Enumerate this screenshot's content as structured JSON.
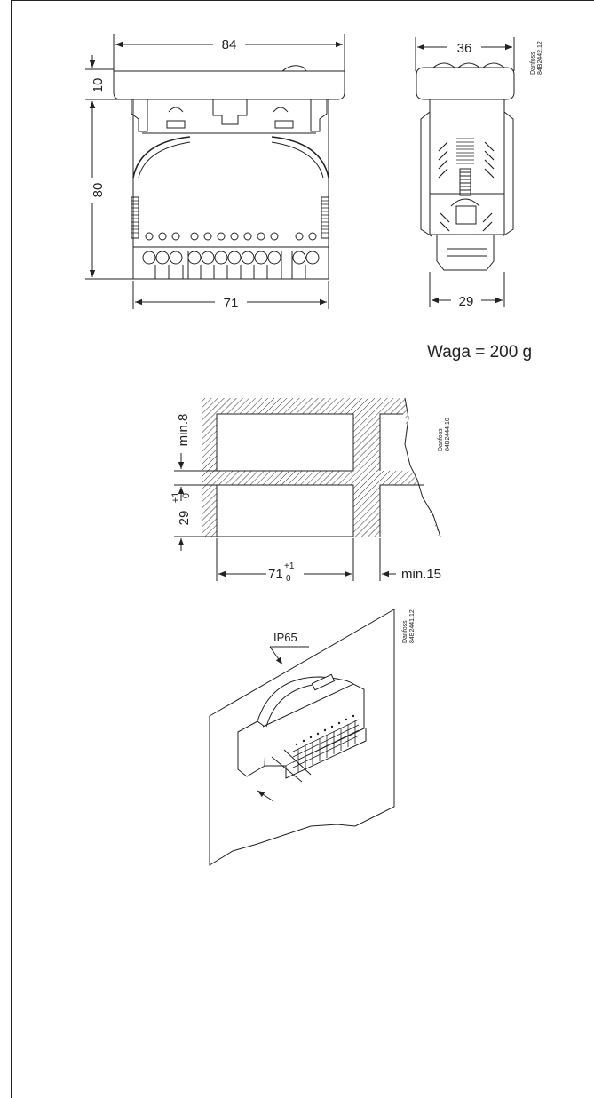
{
  "figure1": {
    "dim_width_top": "84",
    "dim_height_bezel": "10",
    "dim_height_body": "80",
    "dim_width_bottom": "71",
    "code": "Danfoss\n84B2442.12"
  },
  "figure2": {
    "dim_width_top": "36",
    "dim_width_bottom": "29"
  },
  "weight": "Waga = 200 g",
  "figure3": {
    "dim_min_gap": "min.8",
    "dim_cutout_height": "29",
    "dim_cutout_height_tol_upper": "+1",
    "dim_cutout_height_tol_lower": "0",
    "dim_cutout_width": "71",
    "dim_cutout_width_tol_upper": "+1",
    "dim_cutout_width_tol_lower": "0",
    "dim_min_side": "min.15",
    "code": "Danfoss\n84B2444.10"
  },
  "figure4": {
    "ip_label": "IP65",
    "code": "Danfoss\n84B2441.12"
  }
}
